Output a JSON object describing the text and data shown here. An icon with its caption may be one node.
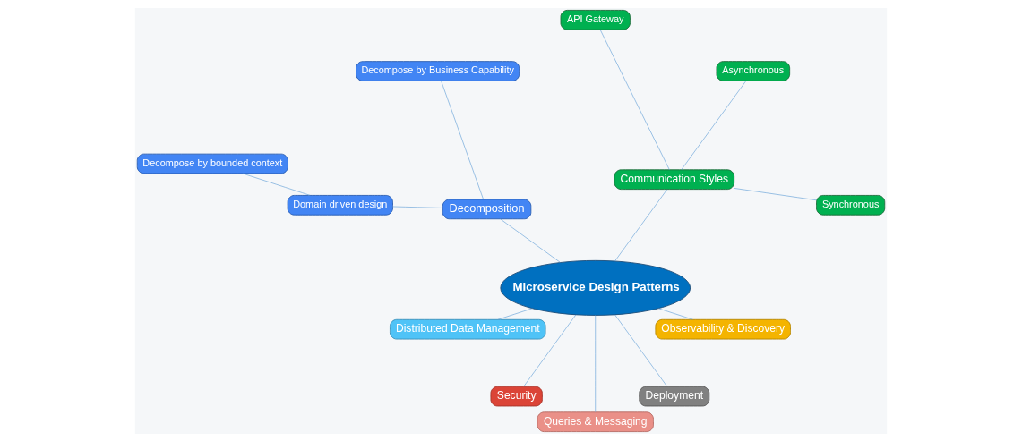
{
  "diagram": {
    "nodes": [
      {
        "text": [
          "Microservice Design Patterns"
        ]
      },
      {
        "text": [
          "Communication Styles"
        ]
      },
      {
        "text": [
          "Synchronous"
        ]
      },
      {
        "text": [
          "Asynchronous"
        ]
      },
      {
        "text": [
          "API Gateway"
        ]
      },
      {
        "text": [
          "Decomposition"
        ]
      },
      {
        "text": [
          "Decompose by Business Capability"
        ]
      },
      {
        "text": [
          "Domain driven design"
        ]
      },
      {
        "text": [
          "Decompose by bounded context"
        ]
      },
      {
        "text": [
          "Distributed Data Management"
        ]
      },
      {
        "text": [
          "Security"
        ]
      },
      {
        "text": [
          "Queries & Messaging"
        ]
      },
      {
        "text": [
          "Deployment"
        ]
      },
      {
        "text": [
          "Observability & Discovery"
        ]
      }
    ],
    "edges": [
      {
        "from": 0,
        "to": 1,
        "arrow": "none"
      },
      {
        "from": 1,
        "to": 2,
        "arrow": "none"
      },
      {
        "from": 1,
        "to": 3,
        "arrow": "none"
      },
      {
        "from": 1,
        "to": 4,
        "arrow": "none"
      },
      {
        "from": 0,
        "to": 5,
        "arrow": "none"
      },
      {
        "from": 5,
        "to": 6,
        "arrow": "none"
      },
      {
        "from": 5,
        "to": 7,
        "arrow": "none"
      },
      {
        "from": 7,
        "to": 8,
        "arrow": "none"
      },
      {
        "from": 0,
        "to": 9,
        "arrow": "none"
      },
      {
        "from": 0,
        "to": 10,
        "arrow": "none"
      },
      {
        "from": 0,
        "to": 11,
        "arrow": "none"
      },
      {
        "from": 0,
        "to": 12,
        "arrow": "none"
      },
      {
        "from": 0,
        "to": 13,
        "arrow": "none"
      }
    ]
  }
}
